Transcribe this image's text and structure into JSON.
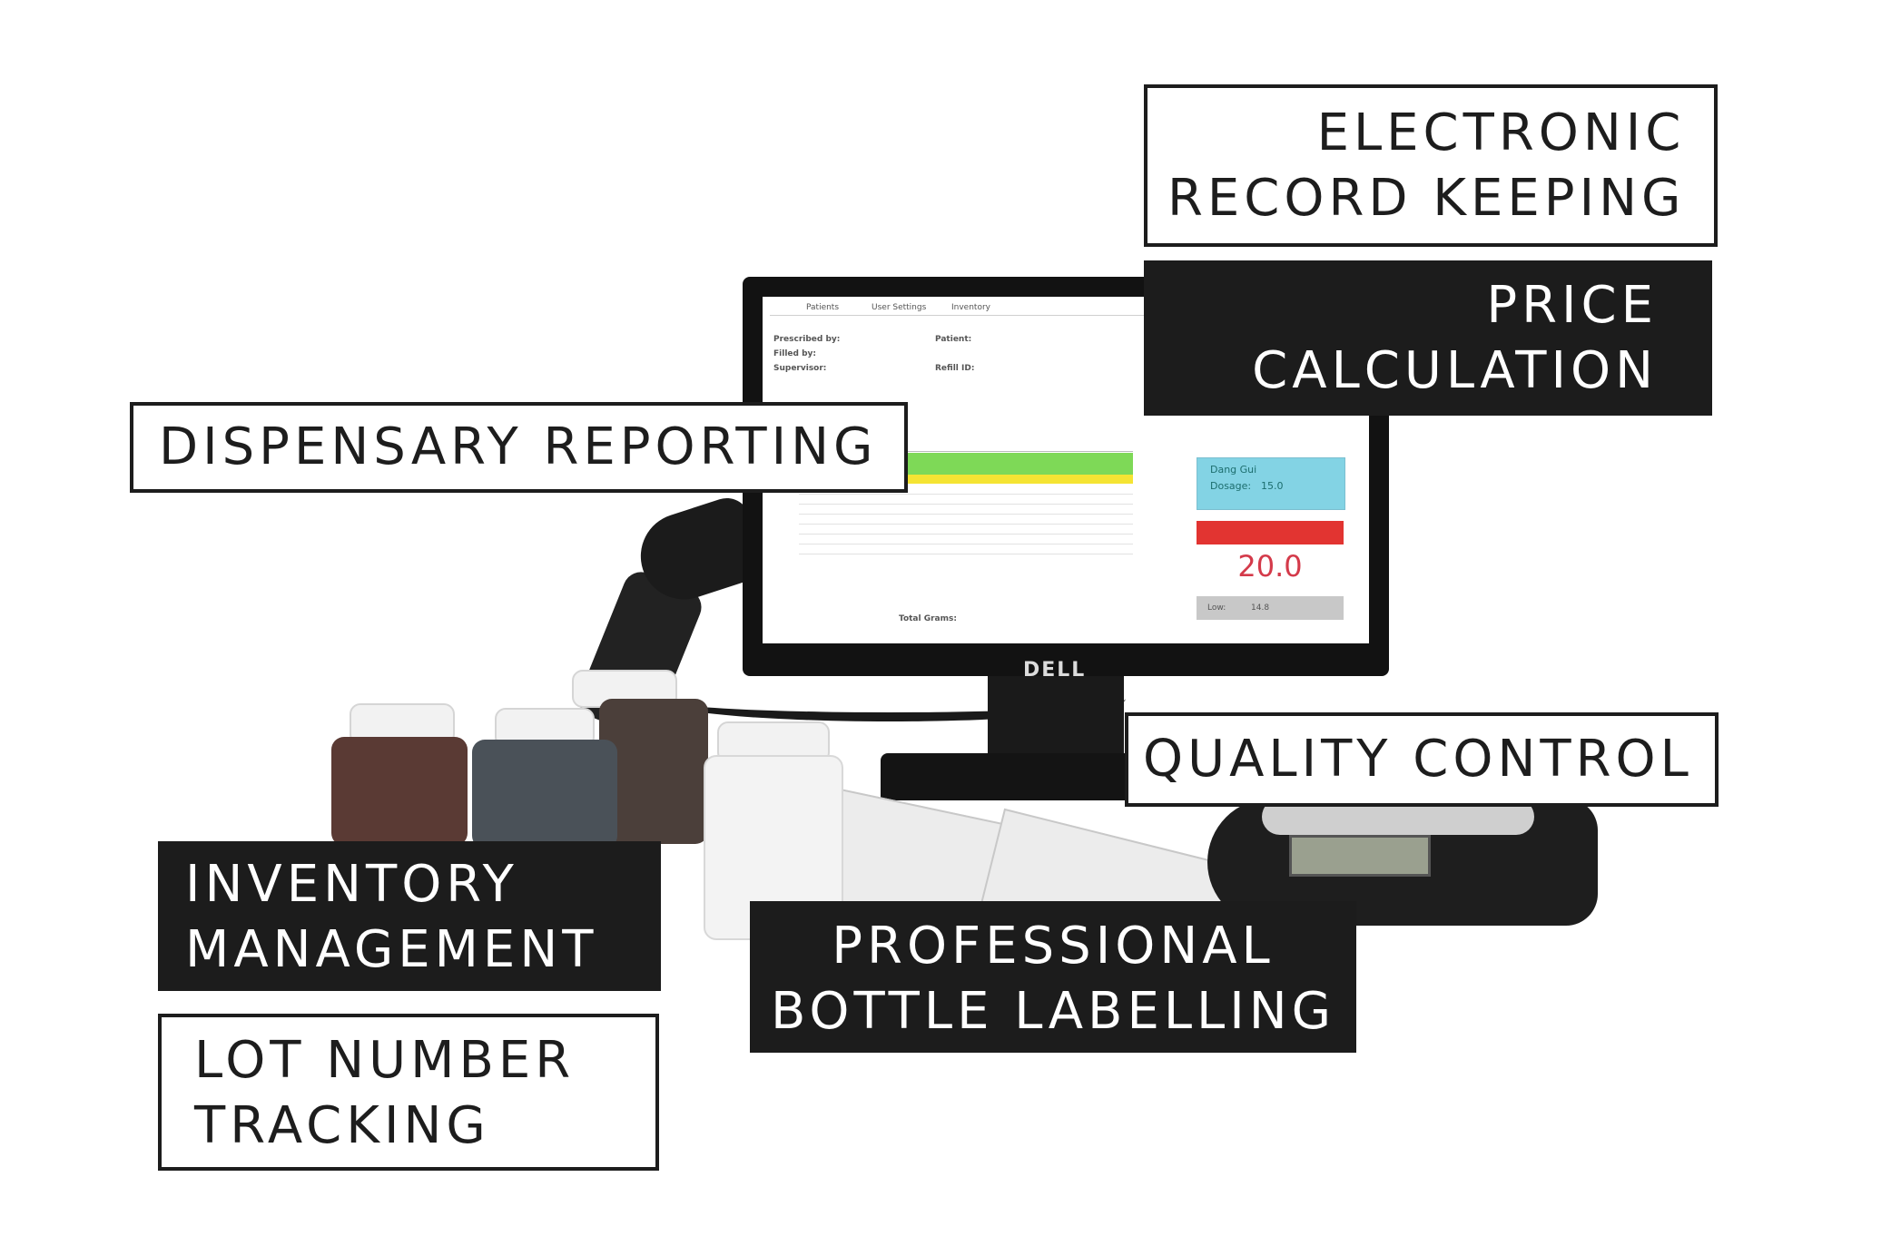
{
  "labels": {
    "electronic_record_keeping": [
      "ELECTRONIC",
      "RECORD KEEPING"
    ],
    "price_calculation": [
      "PRICE",
      "CALCULATION"
    ],
    "dispensary_reporting": [
      "DISPENSARY REPORTING"
    ],
    "quality_control": [
      "QUALITY CONTROL"
    ],
    "inventory_management": [
      "INVENTORY",
      "MANAGEMENT"
    ],
    "lot_number_tracking": [
      "LOT NUMBER",
      "TRACKING"
    ],
    "professional_bottle_labelling": [
      "PROFESSIONAL",
      "BOTTLE LABELLING"
    ]
  },
  "screen": {
    "tabs": [
      "Patients",
      "User Settings",
      "Inventory"
    ],
    "fields": {
      "prescribed_by": "Prescribed by:",
      "filled_by": "Filled by:",
      "supervisor": "Supervisor:",
      "patient": "Patient:",
      "refill": "Refill ID:"
    },
    "herb_name": "Dang Gui",
    "dosage_label": "Dosage:",
    "dosage_value": "15.0",
    "weight_value": "20.0",
    "low_label": "Low:",
    "low_value": "14.8",
    "total_grams": "Total Grams:"
  },
  "monitor_brand": "DELL",
  "colors": {
    "label_dark": "#1c1c1c",
    "label_light": "#ffffff",
    "row_green": "#7ed957",
    "row_yellow": "#f5e433",
    "weight_box": "#83d3e4",
    "alert_red": "#e23431"
  }
}
